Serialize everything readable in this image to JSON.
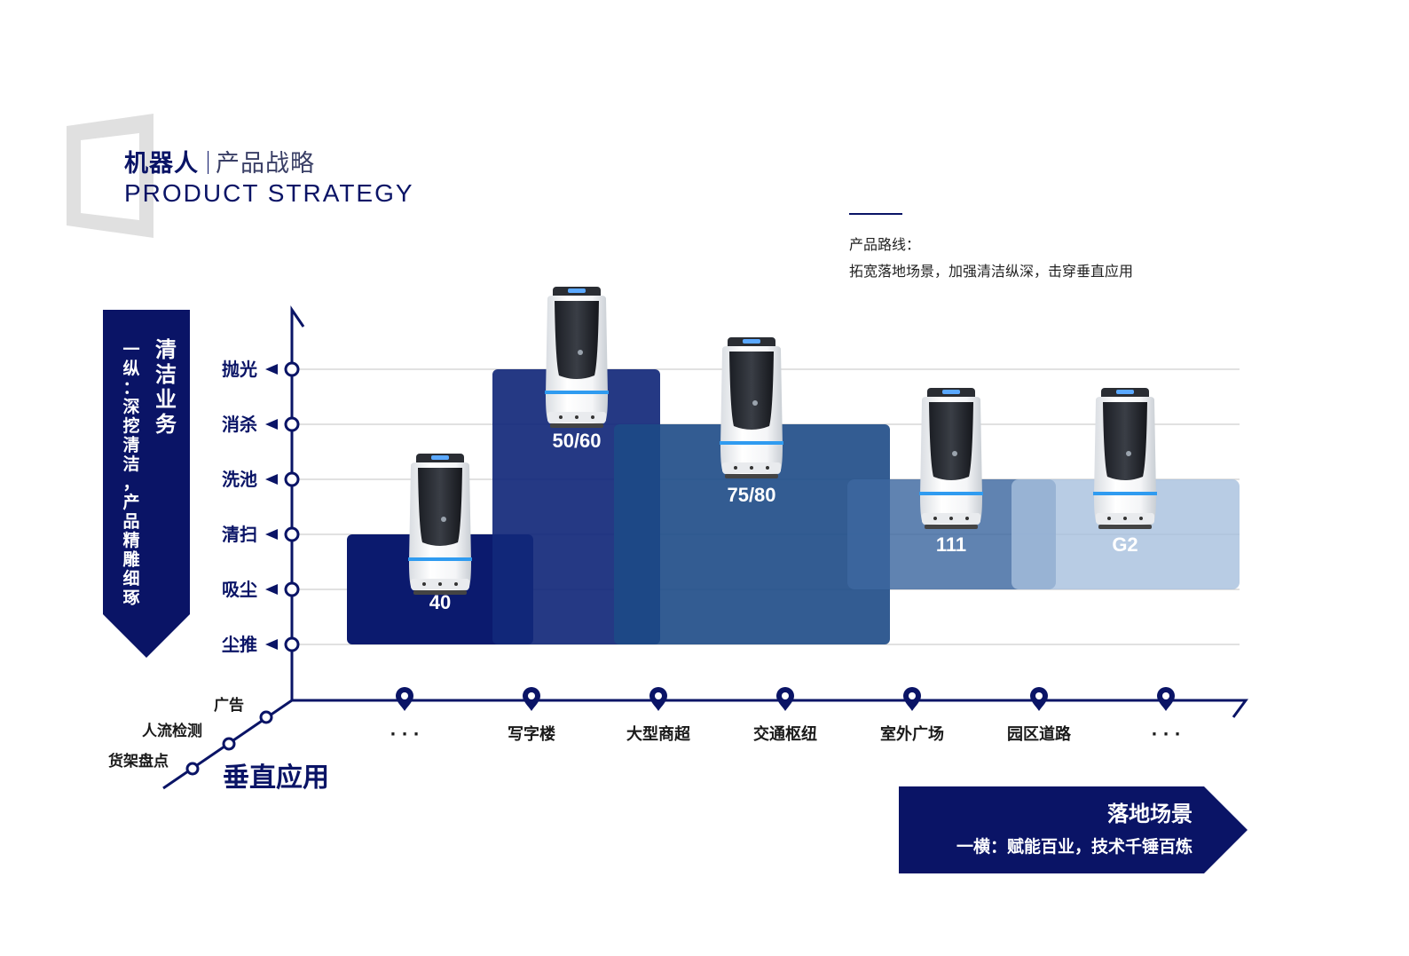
{
  "header": {
    "title_cn": "机器人",
    "subtitle_cn": "产品战略",
    "title_en": "PRODUCT STRATEGY"
  },
  "route": {
    "title": "产品路线：",
    "desc": "拓宽落地场景，加强清洁纵深，击穿垂直应用"
  },
  "left_panel": {
    "title": "清洁业务",
    "subtitle": "一纵：深挖清洁，产品精雕细琢"
  },
  "right_panel": {
    "title": "落地场景",
    "subtitle": "一横：赋能百业，技术千锤百炼"
  },
  "vertical_axis": {
    "title": "垂直应用",
    "labels": [
      "广告",
      "人流检测",
      "货架盘点"
    ]
  },
  "functions": [
    "抛光",
    "消杀",
    "洗池",
    "清扫",
    "吸尘",
    "尘推"
  ],
  "scenes": [
    "· · ·",
    "写字楼",
    "大型商超",
    "交通枢纽",
    "室外广场",
    "园区道路",
    "· · ·"
  ],
  "products": [
    {
      "model": "40",
      "color": "#0b1a6e",
      "opacity": 1.0
    },
    {
      "model": "50/60",
      "color": "#12287a",
      "opacity": 0.93
    },
    {
      "model": "75/80",
      "color": "#1d4a86",
      "opacity": 0.92
    },
    {
      "model": "111",
      "color": "#3d68a0",
      "opacity": 0.82
    },
    {
      "model": "G2",
      "color": "#a6bfdd",
      "opacity": 0.8
    }
  ],
  "colors": {
    "navy": "#0a1466",
    "accent_blue": "#2f9bf0"
  }
}
